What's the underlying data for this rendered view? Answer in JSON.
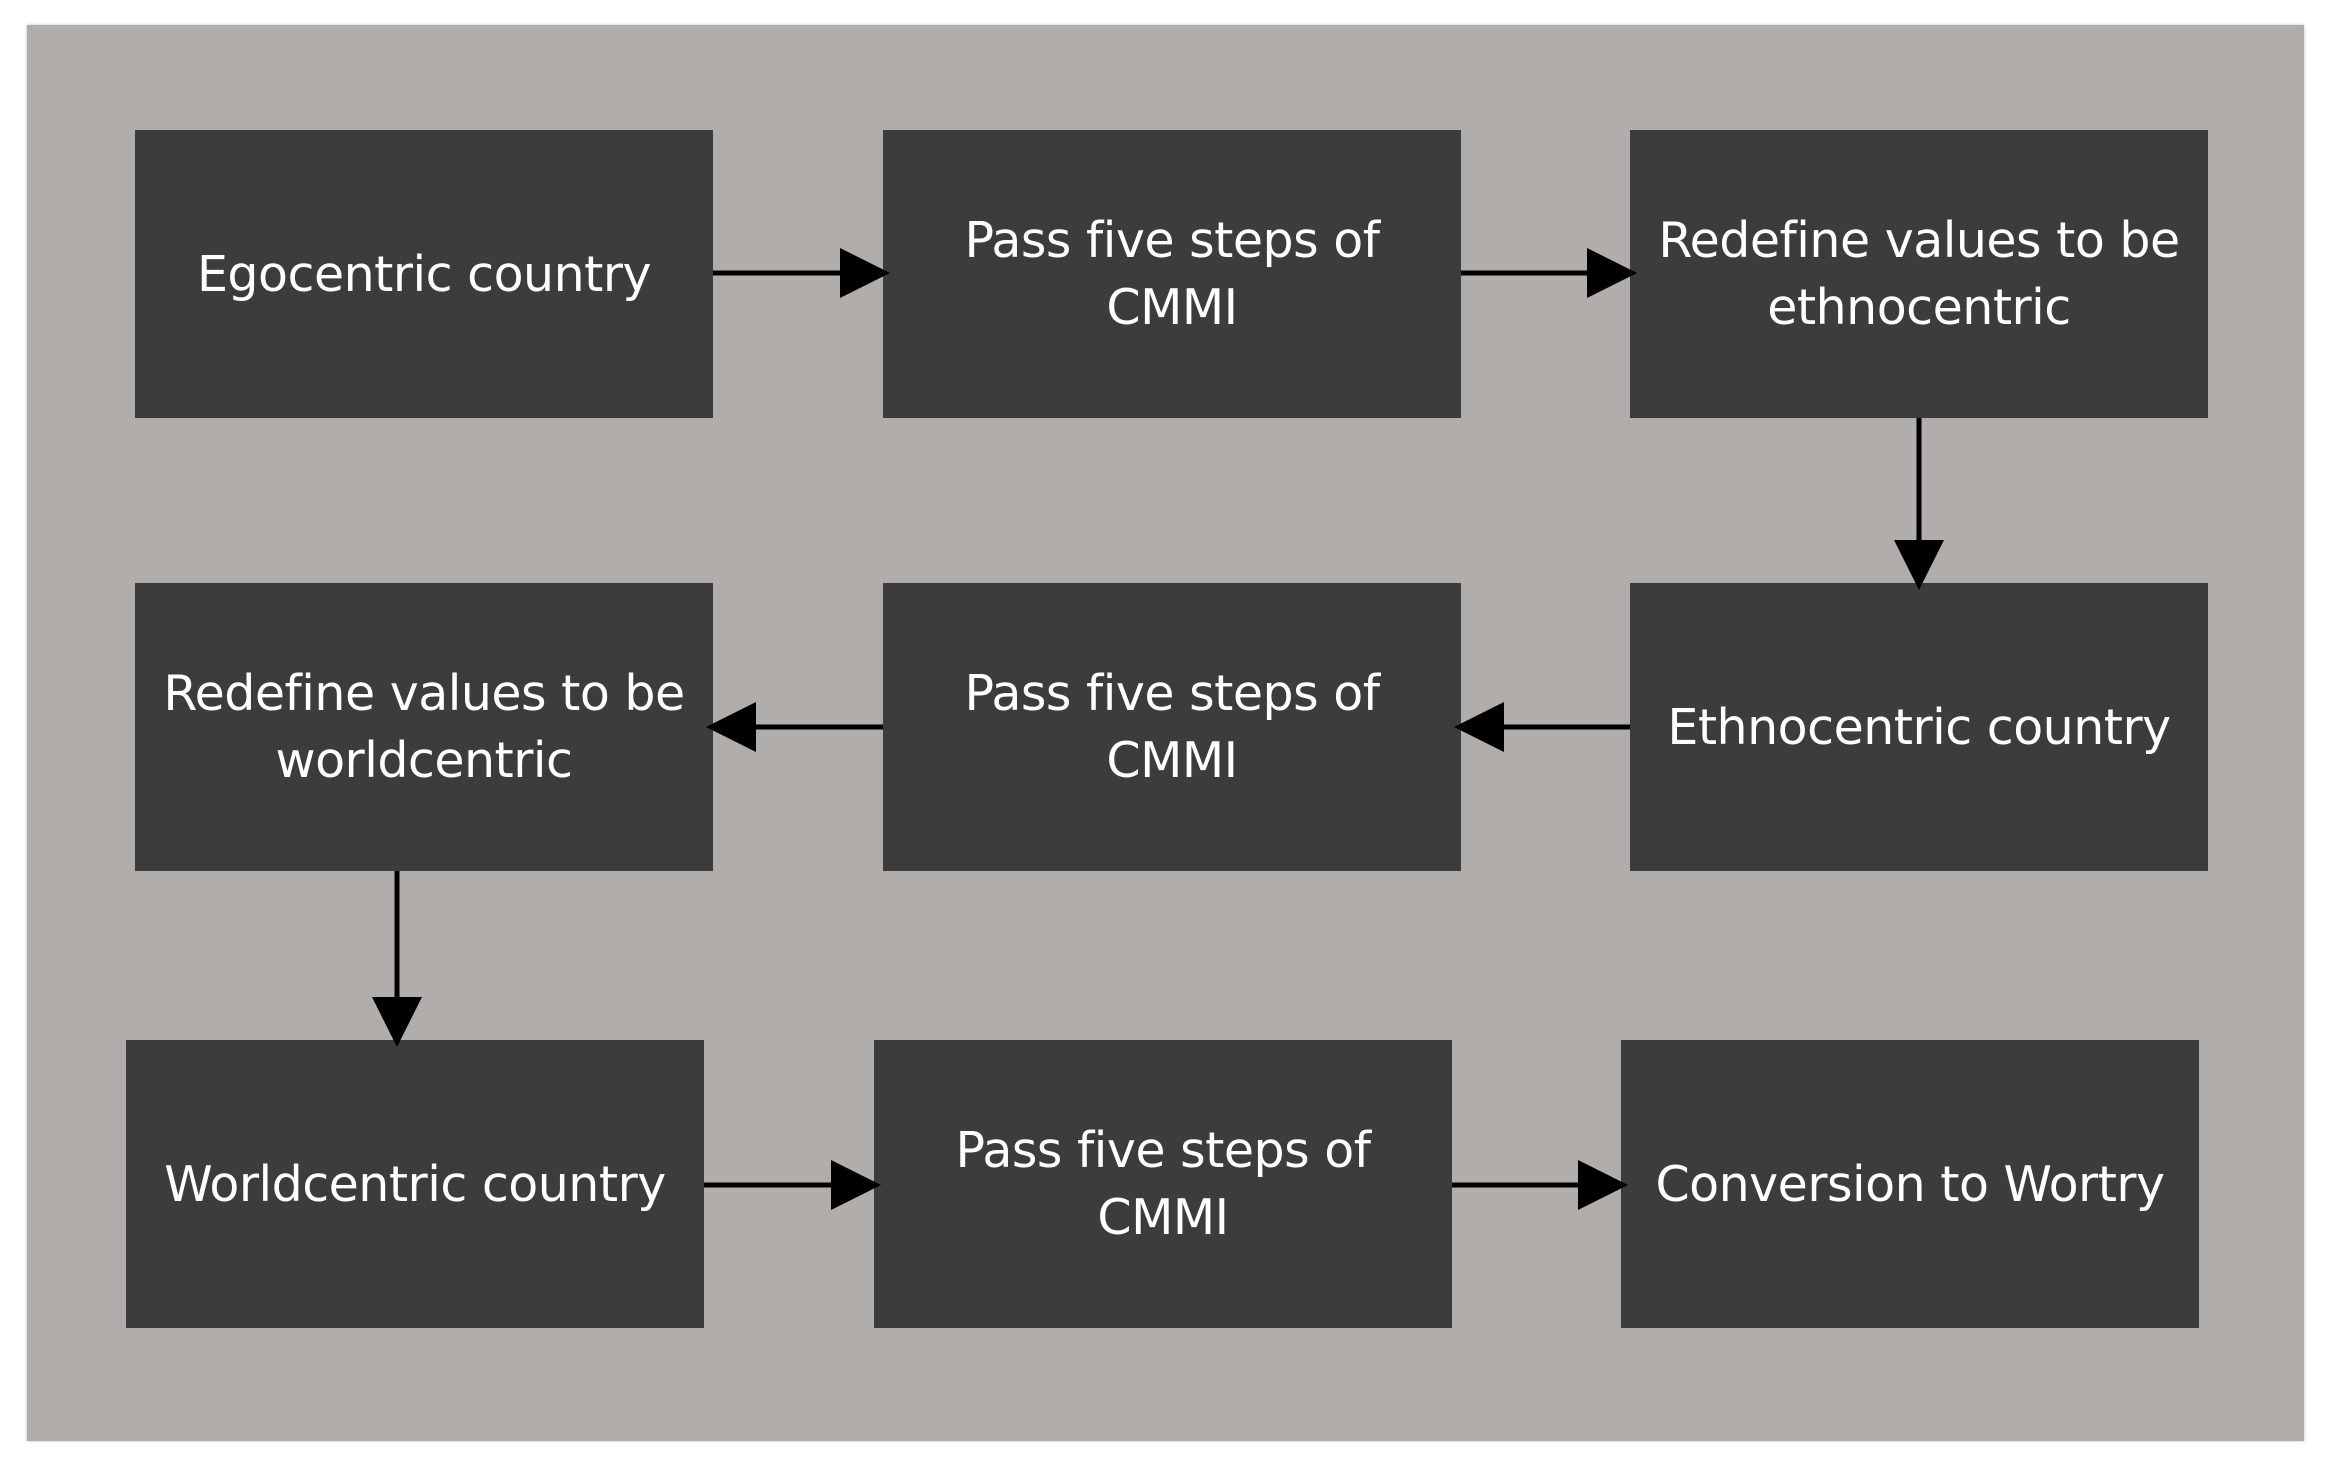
{
  "diagram": {
    "nodes": [
      {
        "id": "n1",
        "label": "Egocentric country"
      },
      {
        "id": "n2",
        "label": "Pass five steps of\nCMMI"
      },
      {
        "id": "n3",
        "label": "Redefine values to be\nethnocentric"
      },
      {
        "id": "n4",
        "label": "Ethnocentric country"
      },
      {
        "id": "n5",
        "label": "Pass five steps of\nCMMI"
      },
      {
        "id": "n6",
        "label": "Redefine values to be\nworldcentric"
      },
      {
        "id": "n7",
        "label": "Worldcentric country"
      },
      {
        "id": "n8",
        "label": "Pass five steps of\nCMMI"
      },
      {
        "id": "n9",
        "label": "Conversion to Wortry"
      }
    ],
    "edges": [
      {
        "from": "n1",
        "to": "n2"
      },
      {
        "from": "n2",
        "to": "n3"
      },
      {
        "from": "n3",
        "to": "n4"
      },
      {
        "from": "n4",
        "to": "n5"
      },
      {
        "from": "n5",
        "to": "n6"
      },
      {
        "from": "n6",
        "to": "n7"
      },
      {
        "from": "n7",
        "to": "n8"
      },
      {
        "from": "n8",
        "to": "n9"
      }
    ],
    "colors": {
      "background": "#b0adab",
      "node_fill": "#3c3c3c",
      "node_text": "#ffffff",
      "arrow": "#000000"
    }
  }
}
